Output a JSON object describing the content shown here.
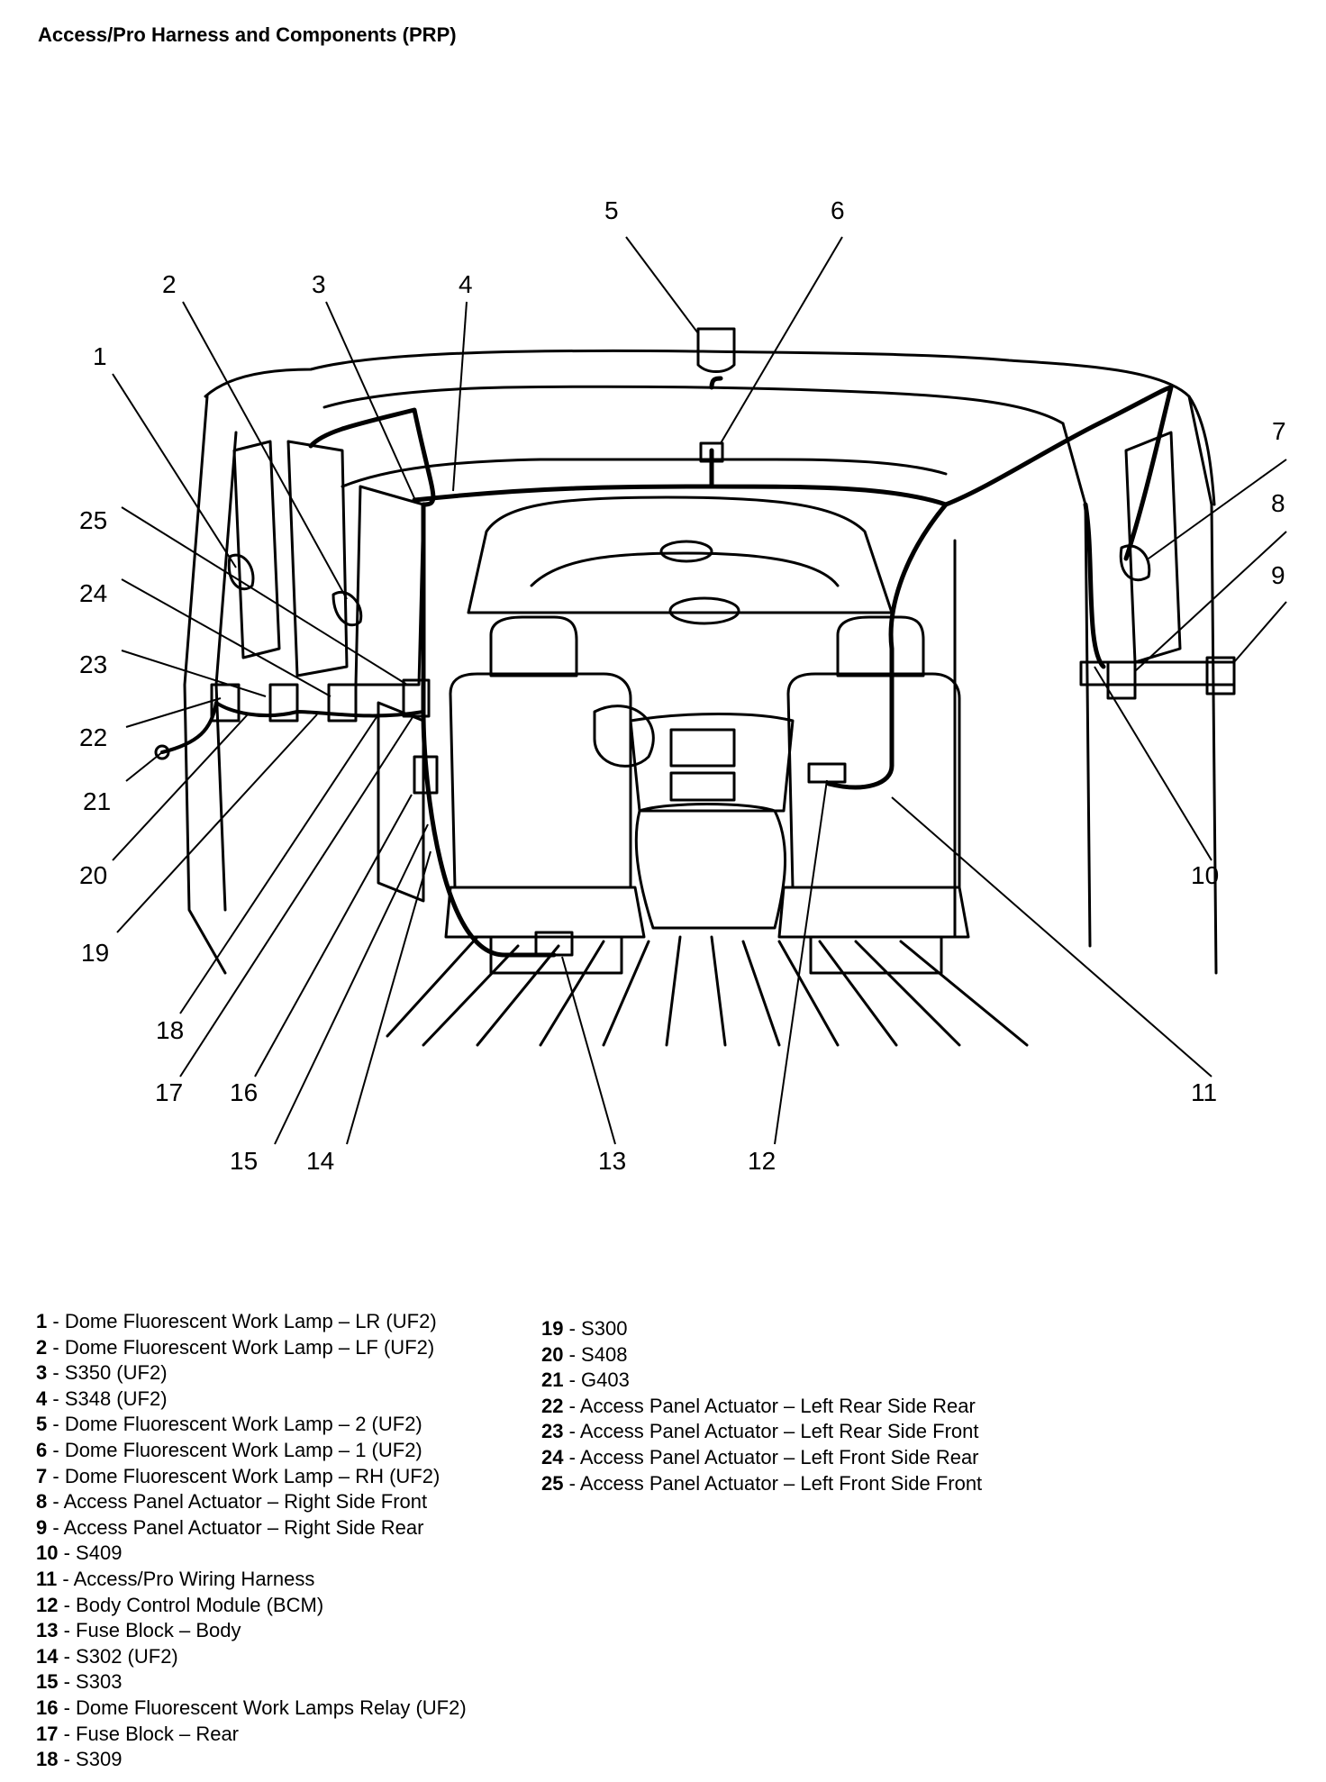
{
  "title": "Access/Pro Harness and Components (PRP)",
  "callouts": [
    {
      "num": "1",
      "label": "Dome Fluorescent Work Lamp – LR (UF2)"
    },
    {
      "num": "2",
      "label": "Dome Fluorescent Work Lamp – LF (UF2)"
    },
    {
      "num": "3",
      "label": "S350 (UF2)"
    },
    {
      "num": "4",
      "label": "S348 (UF2)"
    },
    {
      "num": "5",
      "label": "Dome Fluorescent Work Lamp – 2 (UF2)"
    },
    {
      "num": "6",
      "label": "Dome Fluorescent Work Lamp – 1 (UF2)"
    },
    {
      "num": "7",
      "label": "Dome Fluorescent Work Lamp – RH (UF2)"
    },
    {
      "num": "8",
      "label": "Access Panel Actuator – Right Side Front"
    },
    {
      "num": "9",
      "label": "Access Panel Actuator – Right Side Rear"
    },
    {
      "num": "10",
      "label": "S409"
    },
    {
      "num": "11",
      "label": "Access/Pro Wiring Harness"
    },
    {
      "num": "12",
      "label": "Body Control Module (BCM)"
    },
    {
      "num": "13",
      "label": "Fuse Block – Body"
    },
    {
      "num": "14",
      "label": "S302 (UF2)"
    },
    {
      "num": "15",
      "label": "S303"
    },
    {
      "num": "16",
      "label": "Dome Fluorescent Work Lamps Relay (UF2)"
    },
    {
      "num": "17",
      "label": "Fuse Block – Rear"
    },
    {
      "num": "18",
      "label": "S309"
    },
    {
      "num": "19",
      "label": "S300"
    },
    {
      "num": "20",
      "label": "S408"
    },
    {
      "num": "21",
      "label": "G403"
    },
    {
      "num": "22",
      "label": "Access Panel Actuator – Left Rear Side Rear"
    },
    {
      "num": "23",
      "label": "Access Panel Actuator – Left Rear Side Front"
    },
    {
      "num": "24",
      "label": "Access Panel Actuator – Left Front Side Rear"
    },
    {
      "num": "25",
      "label": "Access Panel Actuator – Left Front Side Front"
    }
  ]
}
